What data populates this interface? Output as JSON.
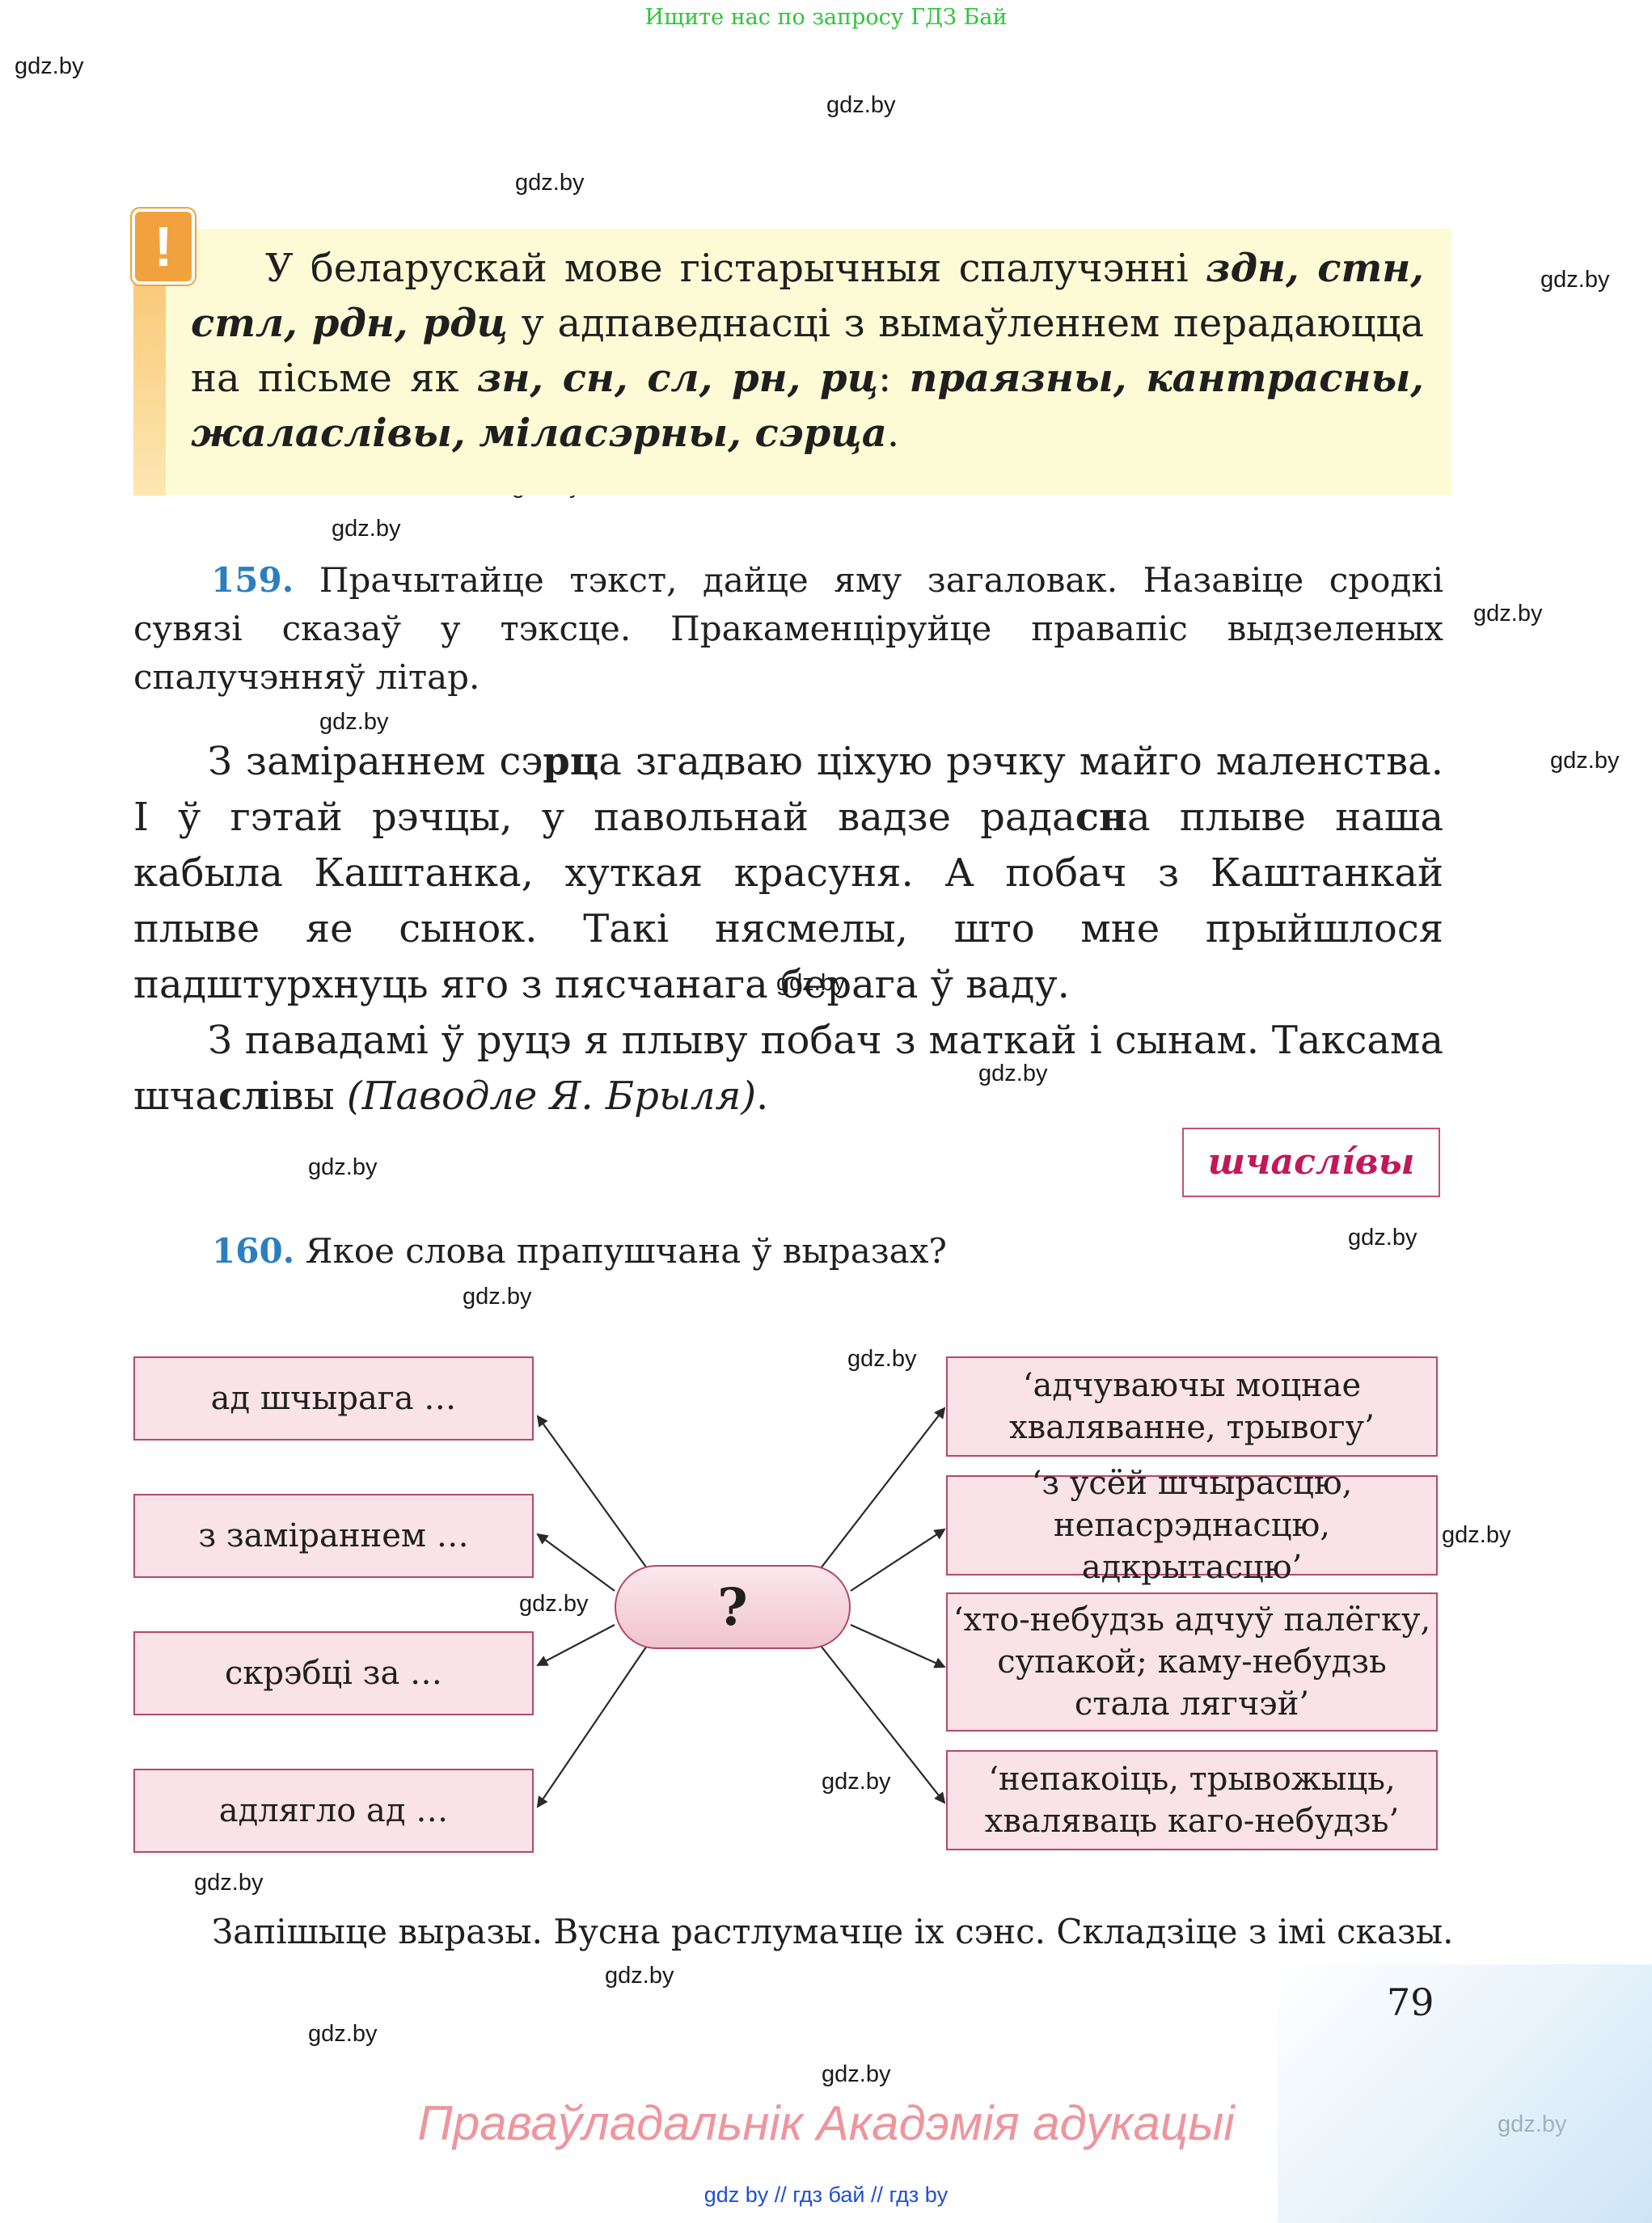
{
  "banner": "Ищите нас по запросу ГДЗ Бай",
  "watermark": "gdz.by",
  "rule": {
    "icon": "!",
    "t1": "У беларускай мове гістарычныя спалучэнні ",
    "t2": "здн, стн, стл, рдн, рдц",
    "t3": " у адпаведнасці з вымаўленнем перадаюцца на пісьме як ",
    "t4": "зн, сн, сл, рн, рц",
    "t5": ": ",
    "t6": "праязны, кантрасны, жаласлівы, міласэрны, сэрца",
    "t7": "."
  },
  "ex159": {
    "number": "159.",
    "text": " Прачытайце тэкст, дайце яму загаловак. Назавіце сродкі сувязі сказаў у тэксце. Пракаменціруйце правапіс выдзеленых спалучэнняў літар."
  },
  "story": {
    "p1a": "З заміраннем сэ",
    "p1b": "рц",
    "p1c": "а згадваю ціхую рэчку майго маленства. І ў гэтай рэчцы, у павольнай вадзе рада",
    "p1d": "сн",
    "p1e": "а плыве наша кабыла Каштанка, хуткая красуня. А побач з Каштанкай плыве яе сынок. Такі нясмелы, што мне прыйшлося падштурхнуць яго з пясчанага берага ў ваду.",
    "p2a": "З павадамі ў руцэ я плыву побач з маткай і сынам. Таксама шча",
    "p2b": "сл",
    "p2c": "івы ",
    "p2d": "(Паводле Я. Брыля)",
    "p2e": "."
  },
  "vocab_word": "шчаслі́вы",
  "ex160": {
    "number": "160.",
    "text": " Якое слова прапушчана ў выразах?"
  },
  "diagram": {
    "center": "?",
    "left": [
      "ад шчырага …",
      "з заміраннем …",
      "скрэбці за …",
      "адлягло ад …"
    ],
    "right": [
      "‘адчуваючы моцнае хваляванне, трывогу’",
      "‘з усёй шчырасцю, непасрэднасцю, адкрытасцю’",
      "‘хто-небудзь адчуў палёгку, супакой; каму-небудзь стала лягчэй’",
      "‘непакоіць, трывожыць, хваляваць каго-небудзь’"
    ]
  },
  "task": "Запішыце выразы. Вусна растлумачце іх сэнс. Складзіце з імі сказы.",
  "page_number": "79",
  "rights": "Праваўладальнік Акадэмія адукацыі",
  "footer": "gdz by  //  гдз бай  //  гдз by"
}
